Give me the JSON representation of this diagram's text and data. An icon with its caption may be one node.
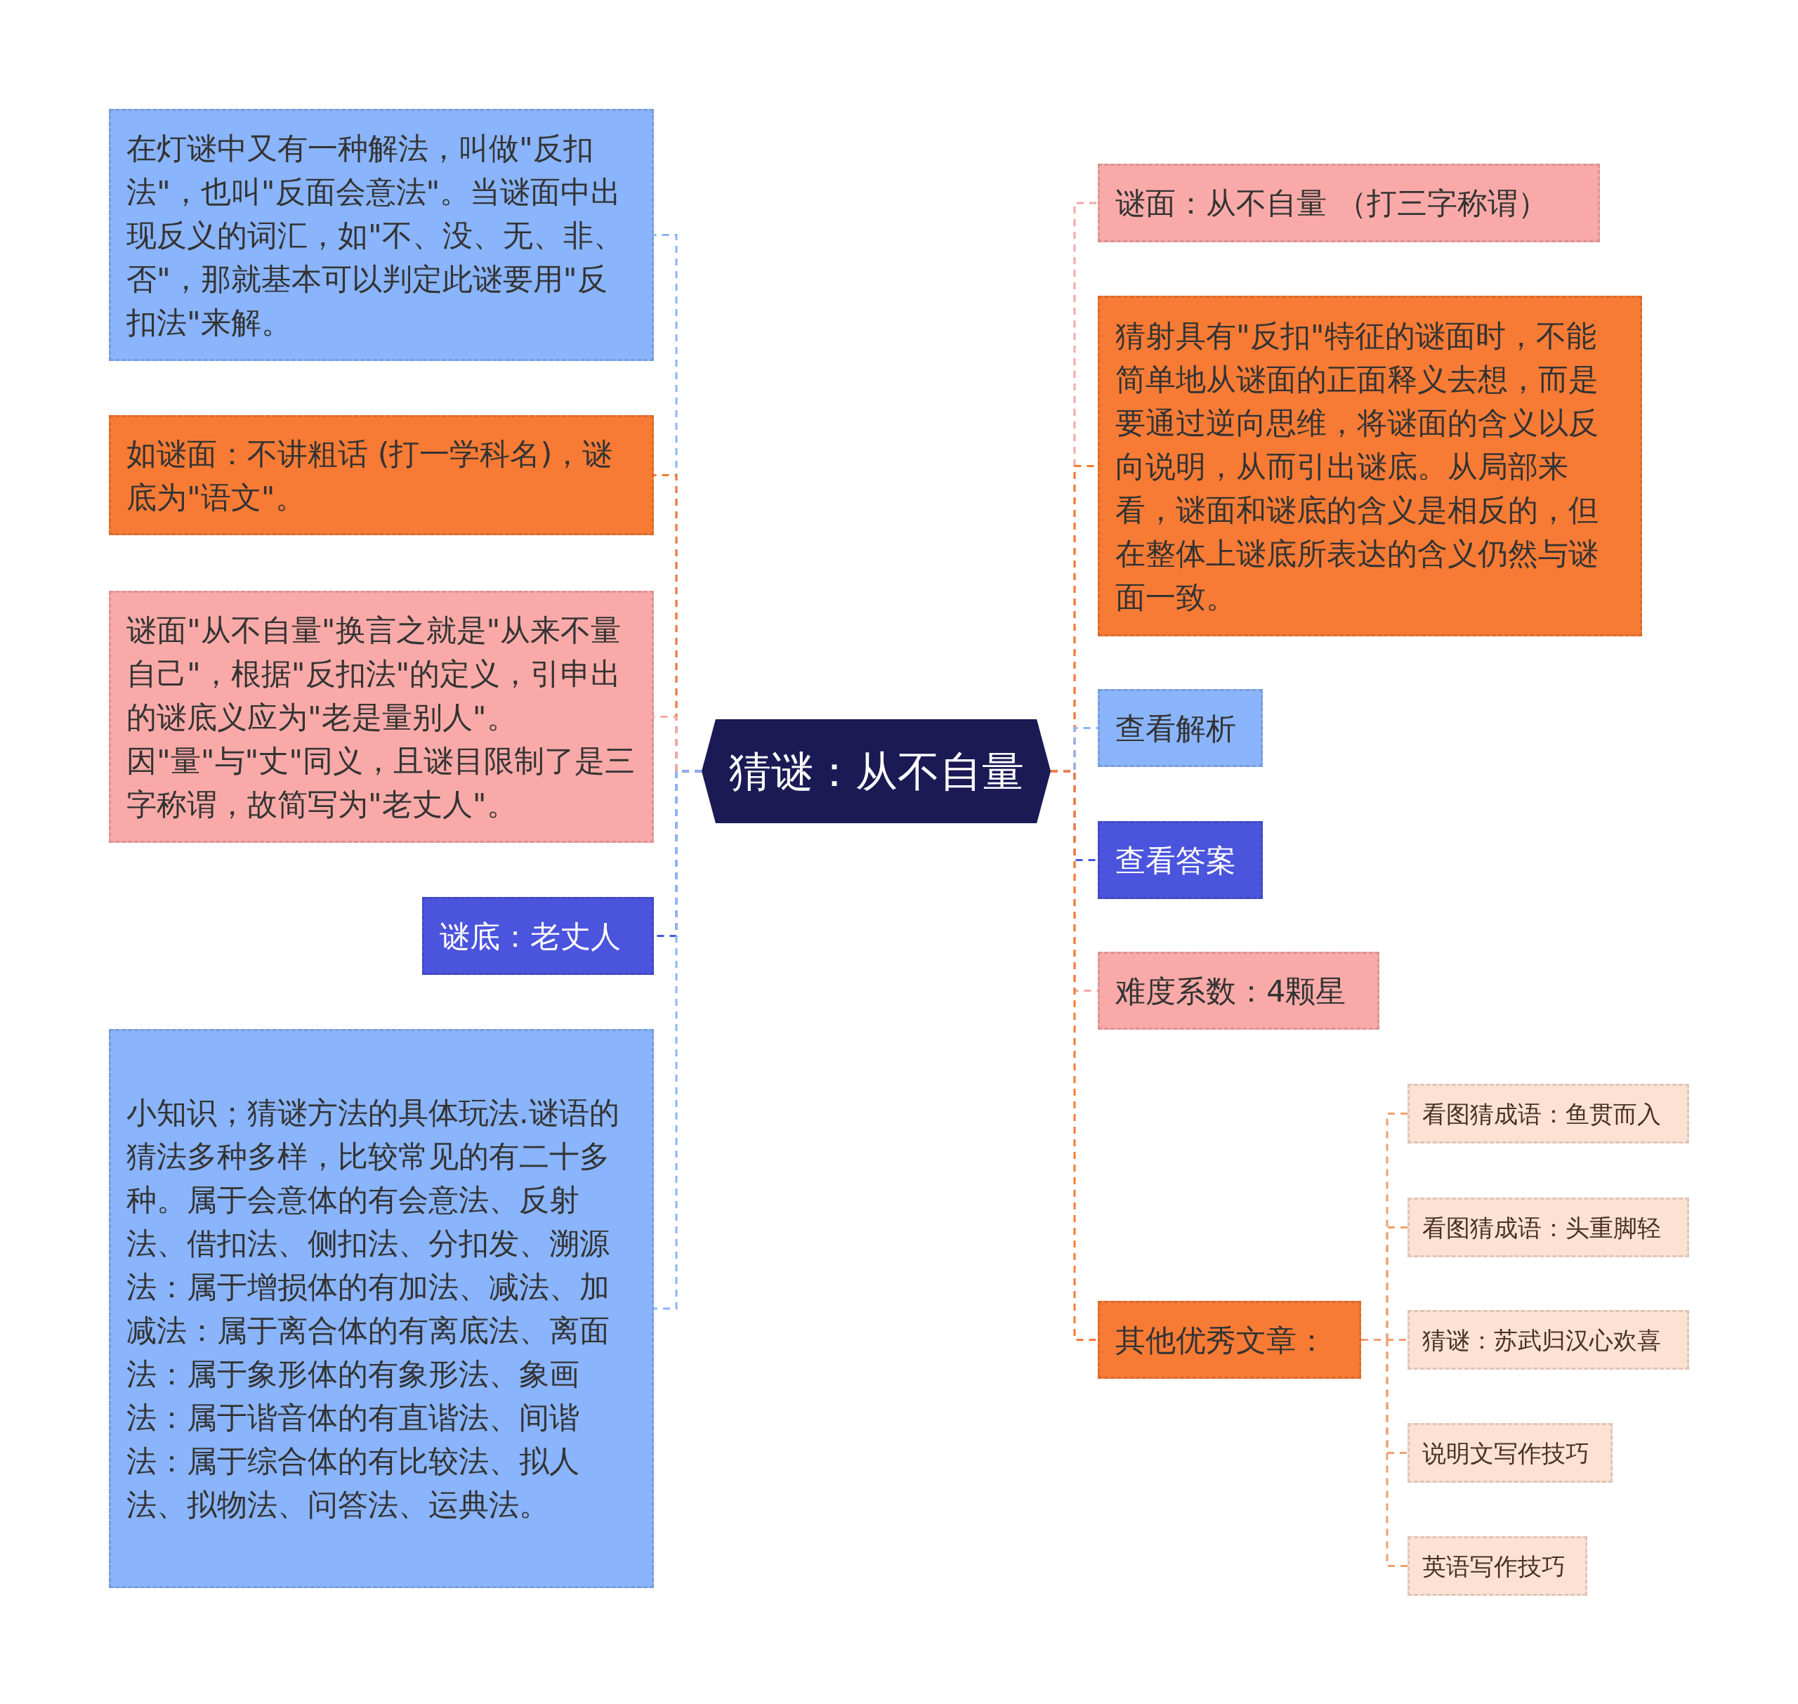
{
  "diagram": {
    "nodes": [
      {
        "text": [
          "猜谜：从不自量"
        ]
      },
      {
        "text": [
          "在灯谜中又有一种解法，叫做\"反扣法\"，也叫\"反面会意法\"。当谜面中出现反义的词汇，如\"不、没、无、非、否\"，那就基本可以判定此谜要用\"反扣法\"来解。"
        ]
      },
      {
        "text": [
          "如谜面：不讲粗话 (打一学科名)，谜底为\"语文\"。"
        ]
      },
      {
        "text": [
          "谜面\"从不自量\"换言之就是\"从来不量自己\"，根据\"反扣法\"的定义，引申出的谜底义应为\"老是量别人\"。因\"量\"与\"丈\"同义，且谜目限制了是三字称谓，故简写为\"老丈人\"。"
        ]
      },
      {
        "text": [
          "谜底：老丈人"
        ]
      },
      {
        "text": [
          "小知识；猜谜方法的具体玩法.谜语的猜法多种多样，比较常见的有二十多种。属于会意体的有会意法、反射法、借扣法、侧扣法、分扣发、溯源法：属于增损体的有加法、减法、加减法：属于离合体的有离底法、离面法：属于象形体的有象形法、象画法：属于谐音体的有直谐法、间谐法：属于综合体的有比较法、拟人法、拟物法、问答法、运典法。"
        ]
      },
      {
        "text": [
          "谜面：从不自量 （打三字称谓）"
        ]
      },
      {
        "text": [
          "猜射具有\"反扣\"特征的谜面时，不能简单地从谜面的正面释义去想，而是要通过逆向思维，将谜面的含义以反向说明，从而引出谜底。从局部来看，谜面和谜底的含义是相反的，但在整体上谜底所表达的含义仍然与谜面一致。"
        ]
      },
      {
        "text": [
          "查看解析"
        ]
      },
      {
        "text": [
          "查看答案"
        ]
      },
      {
        "text": [
          "难度系数：4颗星"
        ]
      },
      {
        "text": [
          "其他优秀文章："
        ]
      },
      {
        "text": [
          "看图猜成语：鱼贯而入"
        ]
      },
      {
        "text": [
          "看图猜成语：头重脚轻"
        ]
      },
      {
        "text": [
          "猜谜：苏武归汉心欢喜"
        ]
      },
      {
        "text": [
          "说明文写作技巧"
        ]
      },
      {
        "text": [
          "英语写作技巧"
        ]
      }
    ],
    "edges": [
      {
        "from": 0,
        "to": 1,
        "arrow": "none",
        "style": "dashed",
        "color": "#8ab4fb"
      },
      {
        "from": 0,
        "to": 2,
        "arrow": "none",
        "style": "dashed",
        "color": "#f77b35"
      },
      {
        "from": 0,
        "to": 3,
        "arrow": "none",
        "style": "dashed",
        "color": "#f4a8a6"
      },
      {
        "from": 0,
        "to": 4,
        "arrow": "none",
        "style": "dashed",
        "color": "#4b54dc"
      },
      {
        "from": 0,
        "to": 5,
        "arrow": "none",
        "style": "dashed",
        "color": "#8ab4fb"
      },
      {
        "from": 0,
        "to": 6,
        "arrow": "none",
        "style": "dashed",
        "color": "#f4a8a6"
      },
      {
        "from": 0,
        "to": 7,
        "arrow": "none",
        "style": "dashed",
        "color": "#f77b35"
      },
      {
        "from": 0,
        "to": 8,
        "arrow": "none",
        "style": "dashed",
        "color": "#8ab4fb"
      },
      {
        "from": 0,
        "to": 9,
        "arrow": "none",
        "style": "dashed",
        "color": "#4b54dc"
      },
      {
        "from": 0,
        "to": 10,
        "arrow": "none",
        "style": "dashed",
        "color": "#f4a8a6"
      },
      {
        "from": 0,
        "to": 11,
        "arrow": "none",
        "style": "dashed",
        "color": "#f77b35"
      },
      {
        "from": 11,
        "to": 12,
        "arrow": "none",
        "style": "dashed",
        "color": "#f0a070"
      },
      {
        "from": 11,
        "to": 13,
        "arrow": "none",
        "style": "dashed",
        "color": "#f0a070"
      },
      {
        "from": 11,
        "to": 14,
        "arrow": "none",
        "style": "dashed",
        "color": "#f0a070"
      },
      {
        "from": 11,
        "to": 15,
        "arrow": "none",
        "style": "dashed",
        "color": "#f0a070"
      },
      {
        "from": 11,
        "to": 16,
        "arrow": "none",
        "style": "dashed",
        "color": "#f0a070"
      }
    ]
  }
}
